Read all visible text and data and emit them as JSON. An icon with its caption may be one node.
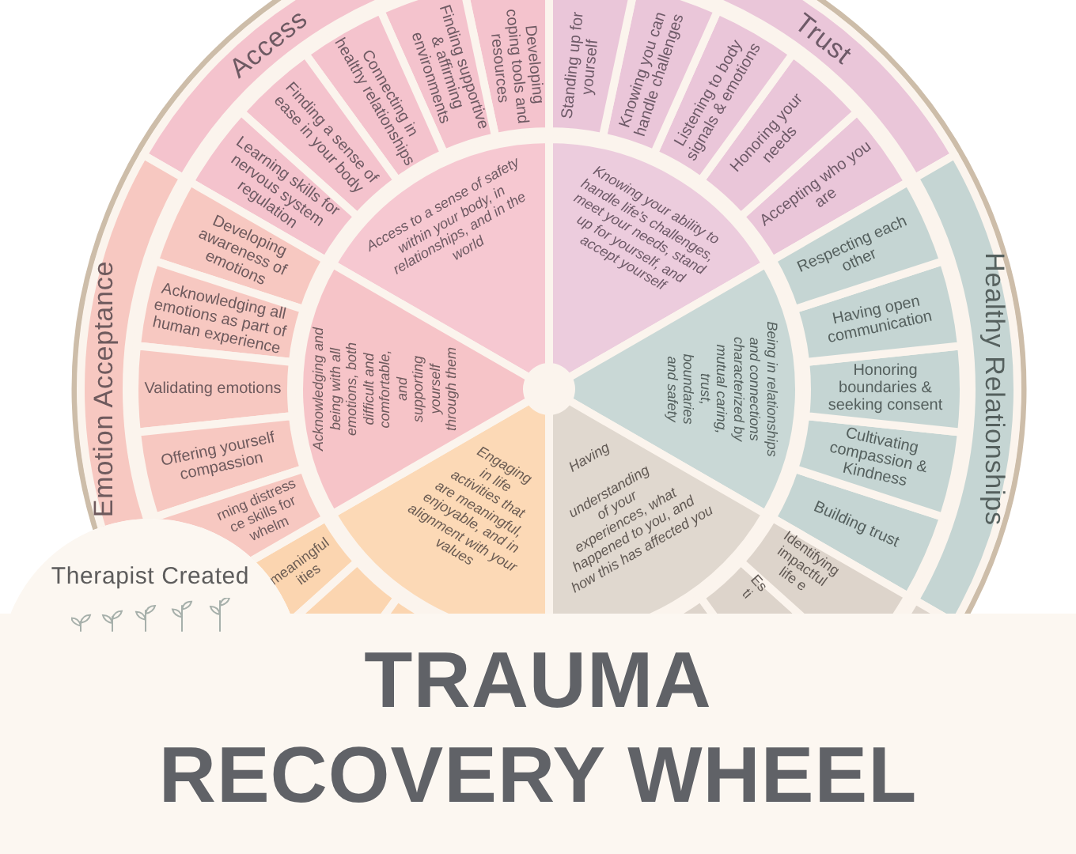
{
  "diagram": {
    "title": "TRAUMA RECOVERY WHEEL",
    "nodes": [
      {
        "text": [
          "Access"
        ]
      },
      {
        "text": [
          "Developing coping tools and resources"
        ]
      },
      {
        "text": [
          "Finding supportive & affirming environments"
        ]
      },
      {
        "text": [
          "Connecting in healthy relationships"
        ]
      },
      {
        "text": [
          "Finding a sense of ease in your body"
        ]
      },
      {
        "text": [
          "Learning skills for nervous system regulation"
        ]
      },
      {
        "text": [
          "Access to a sense of safety within your body, in relationships, and in the world"
        ]
      },
      {
        "text": [
          "Trust"
        ]
      },
      {
        "text": [
          "Standing up for yourself"
        ]
      },
      {
        "text": [
          "Knowing you can handle challenges"
        ]
      },
      {
        "text": [
          "Listening to body signals & emotions"
        ]
      },
      {
        "text": [
          "Honoring your needs"
        ]
      },
      {
        "text": [
          "Accepting who you are"
        ]
      },
      {
        "text": [
          "Knowing your ability to handle life's challenges, meet your needs, stand up for yourself, and accept yourself"
        ]
      },
      {
        "text": [
          "Healthy Relationships"
        ]
      },
      {
        "text": [
          "Respecting each other"
        ]
      },
      {
        "text": [
          "Having open communication"
        ]
      },
      {
        "text": [
          "Honoring boundaries & seeking consent"
        ]
      },
      {
        "text": [
          "Cultivating compassion & Kindness"
        ]
      },
      {
        "text": [
          "Building trust"
        ]
      },
      {
        "text": [
          "Being in relationships and connections characterized by mutual caring, trust, boundaries and safety"
        ]
      },
      {
        "text": [
          "Identifying impactful life e"
        ]
      },
      {
        "text": [
          "Es ti"
        ]
      },
      {
        "text": [
          "Having understanding of your experiences, what happened to you, and how this has affected you"
        ]
      },
      {
        "text": [
          "meaningful ities"
        ]
      },
      {
        "text": [
          "Engaging in life activities that are meaningful, enjoyable, and in alignment with your values"
        ]
      },
      {
        "text": [
          "Emotion Acceptance"
        ]
      },
      {
        "text": [
          "Developing awareness of emotions"
        ]
      },
      {
        "text": [
          "Acknowledging all emotions as part of human experience"
        ]
      },
      {
        "text": [
          "Validating emotions"
        ]
      },
      {
        "text": [
          "Offering yourself compassion"
        ]
      },
      {
        "text": [
          "rning distress ce skills for whelm"
        ]
      },
      {
        "text": [
          "Acknowledging and being with all emotions, both difficult and comfortable, and supporting yourself through them"
        ]
      },
      {
        "text": [
          "Therapist Created"
        ]
      }
    ]
  }
}
